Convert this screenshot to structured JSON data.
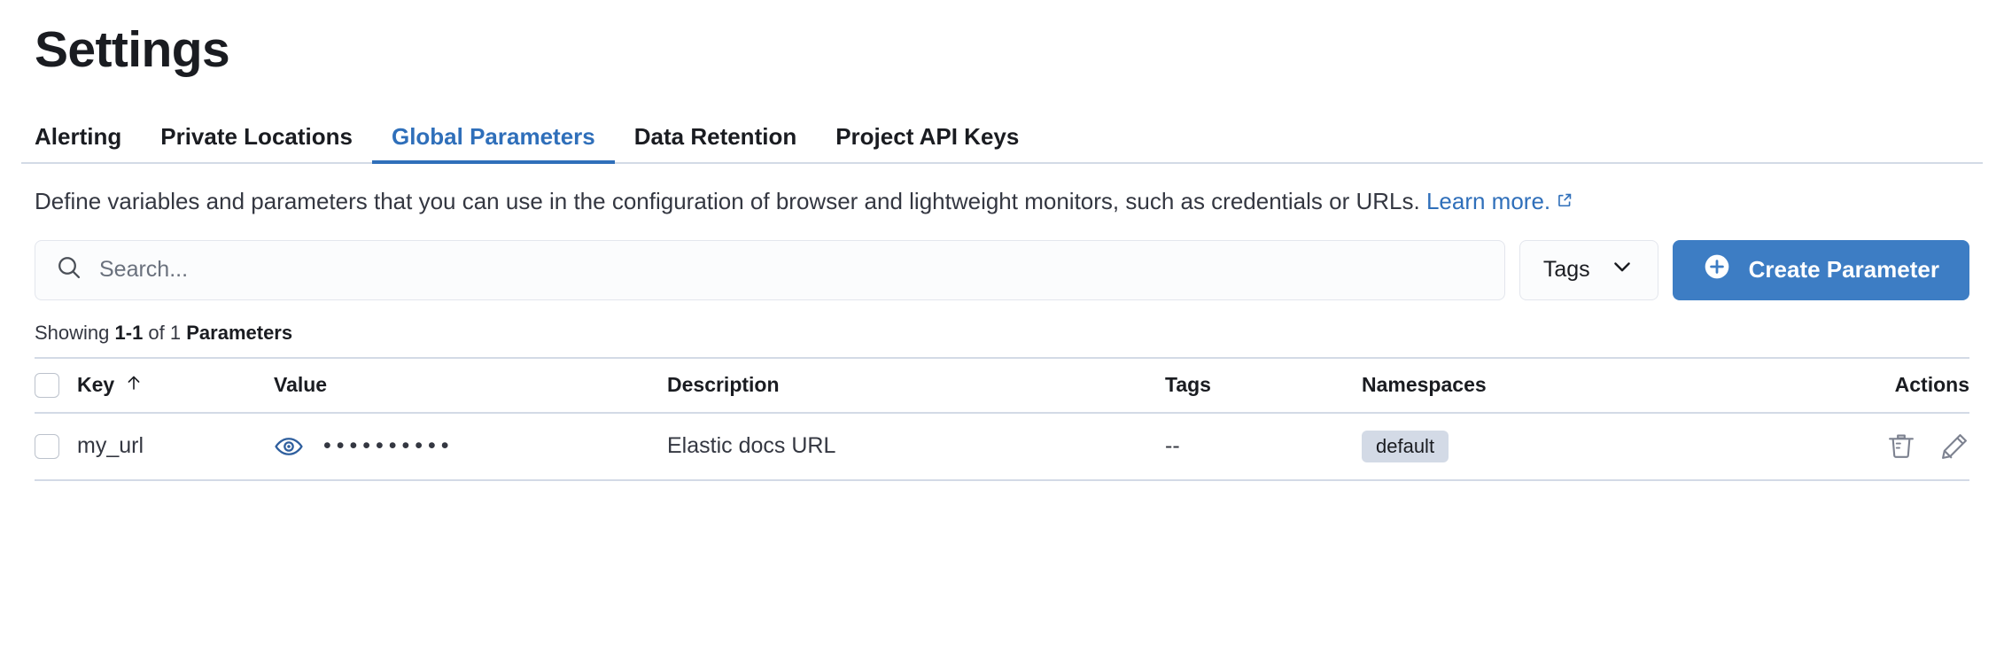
{
  "page": {
    "title": "Settings"
  },
  "tabs": [
    {
      "label": "Alerting",
      "active": false
    },
    {
      "label": "Private Locations",
      "active": false
    },
    {
      "label": "Global Parameters",
      "active": true
    },
    {
      "label": "Data Retention",
      "active": false
    },
    {
      "label": "Project API Keys",
      "active": false
    }
  ],
  "description": {
    "text": "Define variables and parameters that you can use in the configuration of browser and lightweight monitors, such as credentials or URLs. ",
    "link_label": "Learn more.",
    "link_icon": "external-link-icon"
  },
  "controls": {
    "search": {
      "icon": "search-icon",
      "placeholder": "Search...",
      "value": ""
    },
    "tags_select": {
      "label": "Tags",
      "icon": "chevron-down-icon"
    },
    "create_button": {
      "label": "Create Parameter",
      "icon": "plus-circle-icon",
      "color": "#3d7dc4"
    }
  },
  "results": {
    "prefix": "Showing ",
    "range": "1-1",
    "middle": " of 1 ",
    "noun": "Parameters"
  },
  "table": {
    "columns": {
      "key": "Key",
      "value": "Value",
      "description": "Description",
      "tags": "Tags",
      "namespaces": "Namespaces",
      "actions": "Actions"
    },
    "sort": {
      "column": "Key",
      "direction": "asc",
      "icon": "arrow-up-icon"
    },
    "rows": [
      {
        "selected": false,
        "key": "my_url",
        "value_masked": "••••••••••",
        "value_toggle_icon": "eye-icon",
        "description": "Elastic docs URL",
        "tags": "--",
        "namespaces": [
          "default"
        ],
        "actions": [
          "trash-icon",
          "pencil-icon"
        ]
      }
    ]
  },
  "colors": {
    "accent": "#2f6fba",
    "button": "#3d7dc4",
    "badge_bg": "#d3dae6",
    "border": "#d3dae6",
    "text": "#343741"
  }
}
